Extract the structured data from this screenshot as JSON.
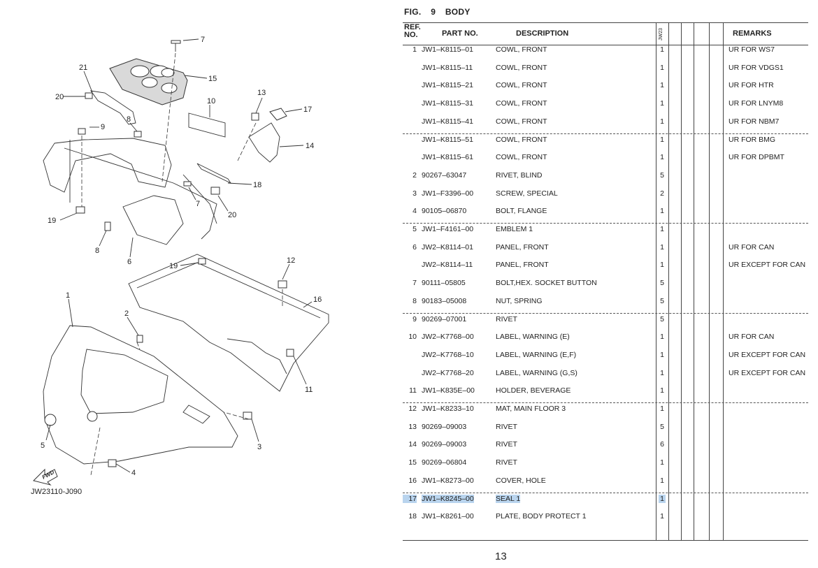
{
  "figure": {
    "fig_label": "FIG.",
    "fig_number": "9",
    "fig_title": "BODY"
  },
  "table": {
    "headers": {
      "ref": "REF.\nNO.",
      "part_no": "PART NO.",
      "description": "DESCRIPTION",
      "model_code": "JW23",
      "remarks": "REMARKS"
    },
    "rows": [
      {
        "ref": "1",
        "part_no": "JW1–K8115–01",
        "description": "COWL, FRONT",
        "qty": "1",
        "remarks": "UR FOR WS7"
      },
      {
        "ref": "",
        "part_no": "JW1–K8115–11",
        "description": "COWL, FRONT",
        "qty": "1",
        "remarks": "UR FOR VDGS1"
      },
      {
        "ref": "",
        "part_no": "JW1–K8115–21",
        "description": "COWL, FRONT",
        "qty": "1",
        "remarks": "UR FOR HTR"
      },
      {
        "ref": "",
        "part_no": "JW1–K8115–31",
        "description": "COWL, FRONT",
        "qty": "1",
        "remarks": "UR FOR LNYM8"
      },
      {
        "ref": "",
        "part_no": "JW1–K8115–41",
        "description": "COWL, FRONT",
        "qty": "1",
        "remarks": "UR FOR NBM7"
      },
      {
        "ref": "",
        "part_no": "JW1–K8115–51",
        "description": "COWL, FRONT",
        "qty": "1",
        "remarks": "UR FOR BMG"
      },
      {
        "ref": "",
        "part_no": "JW1–K8115–61",
        "description": "COWL, FRONT",
        "qty": "1",
        "remarks": "UR FOR DPBMT"
      },
      {
        "ref": "2",
        "part_no": "90267–63047",
        "description": "RIVET, BLIND",
        "qty": "5",
        "remarks": ""
      },
      {
        "ref": "3",
        "part_no": "JW1–F3396–00",
        "description": "SCREW, SPECIAL",
        "qty": "2",
        "remarks": ""
      },
      {
        "ref": "4",
        "part_no": "90105–06870",
        "description": "BOLT, FLANGE",
        "qty": "1",
        "remarks": ""
      },
      {
        "ref": "5",
        "part_no": "JW1–F4161–00",
        "description": "EMBLEM 1",
        "qty": "1",
        "remarks": ""
      },
      {
        "ref": "6",
        "part_no": "JW2–K8114–01",
        "description": "PANEL, FRONT",
        "qty": "1",
        "remarks": "UR FOR CAN"
      },
      {
        "ref": "",
        "part_no": "JW2–K8114–11",
        "description": "PANEL, FRONT",
        "qty": "1",
        "remarks": "UR EXCEPT FOR CAN"
      },
      {
        "ref": "7",
        "part_no": "90111–05805",
        "description": "BOLT,HEX. SOCKET BUTTON",
        "qty": "5",
        "remarks": ""
      },
      {
        "ref": "8",
        "part_no": "90183–05008",
        "description": "NUT, SPRING",
        "qty": "5",
        "remarks": ""
      },
      {
        "ref": "9",
        "part_no": "90269–07001",
        "description": "RIVET",
        "qty": "5",
        "remarks": ""
      },
      {
        "ref": "10",
        "part_no": "JW2–K7768–00",
        "description": "LABEL, WARNING (E)",
        "qty": "1",
        "remarks": "UR FOR CAN"
      },
      {
        "ref": "",
        "part_no": "JW2–K7768–10",
        "description": "LABEL, WARNING (E,F)",
        "qty": "1",
        "remarks": "UR EXCEPT FOR CAN"
      },
      {
        "ref": "",
        "part_no": "JW2–K7768–20",
        "description": "LABEL, WARNING (G,S)",
        "qty": "1",
        "remarks": "UR EXCEPT FOR CAN"
      },
      {
        "ref": "11",
        "part_no": "JW1–K835E–00",
        "description": "HOLDER, BEVERAGE",
        "qty": "1",
        "remarks": ""
      },
      {
        "ref": "12",
        "part_no": "JW1–K8233–10",
        "description": "MAT, MAIN FLOOR 3",
        "qty": "1",
        "remarks": ""
      },
      {
        "ref": "13",
        "part_no": "90269–09003",
        "description": "RIVET",
        "qty": "5",
        "remarks": ""
      },
      {
        "ref": "14",
        "part_no": "90269–09003",
        "description": "RIVET",
        "qty": "6",
        "remarks": ""
      },
      {
        "ref": "15",
        "part_no": "90269–06804",
        "description": "RIVET",
        "qty": "1",
        "remarks": ""
      },
      {
        "ref": "16",
        "part_no": "JW1–K8273–00",
        "description": "COVER, HOLE",
        "qty": "1",
        "remarks": ""
      },
      {
        "ref": "17",
        "part_no": "JW1–K8245–00",
        "description": "SEAL 1",
        "qty": "1",
        "remarks": ""
      },
      {
        "ref": "18",
        "part_no": "JW1–K8261–00",
        "description": "PLATE, BODY PROTECT 1",
        "qty": "1",
        "remarks": ""
      }
    ]
  },
  "diagram": {
    "code": "JW23110-J090",
    "fwd_label": "FWD",
    "callouts": [
      "1",
      "2",
      "3",
      "4",
      "5",
      "6",
      "7",
      "7",
      "8",
      "8",
      "9",
      "10",
      "11",
      "12",
      "13",
      "14",
      "15",
      "16",
      "17",
      "18",
      "19",
      "19",
      "20",
      "20",
      "21"
    ]
  },
  "page_number": "13",
  "selection": {
    "row_index": 25,
    "color": "#b9d4ee"
  }
}
